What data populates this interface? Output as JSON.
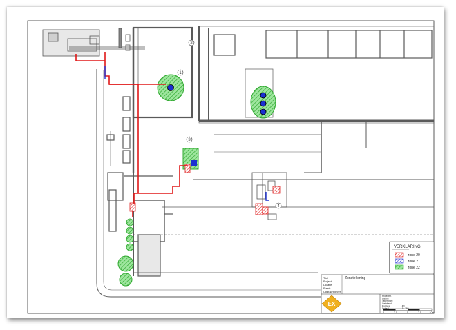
{
  "legend": {
    "title": "VERKLARING",
    "items": [
      {
        "label": "zone 20",
        "color": "#e02020",
        "fill": "hatch-red"
      },
      {
        "label": "zone 21",
        "color": "#2030d0",
        "fill": "hatch-blue"
      },
      {
        "label": "zone 22",
        "color": "#30b030",
        "fill": "hatch-green"
      }
    ]
  },
  "title_block": {
    "fields": [
      {
        "key": "Titel",
        "value": "Zonetekening"
      },
      {
        "key": "Project",
        "value": ""
      },
      {
        "key": "Locatie",
        "value": ""
      },
      {
        "key": "Plaats",
        "value": ""
      },
      {
        "key": "Opdrachtgever",
        "value": ""
      }
    ],
    "info": [
      {
        "key": "Projectnr.",
        "value": ""
      },
      {
        "key": "Datum",
        "value": ""
      },
      {
        "key": "Tekeningnr.",
        "value": ""
      },
      {
        "key": "Getekend",
        "value": ""
      },
      {
        "key": "Formaat",
        "value": "A3"
      },
      {
        "key": "Schaal",
        "value": "1 : 250"
      }
    ],
    "logo_text": "EX",
    "scale_ticks": [
      "0",
      "2.5",
      "5",
      "7.5",
      "10m"
    ]
  },
  "zone_markers": [
    "1",
    "2",
    "3",
    "4"
  ],
  "colors": {
    "route": "#e01818",
    "blue": "#1a2fd0",
    "green": "#3cc23c",
    "wall": "#5a5a5a"
  }
}
